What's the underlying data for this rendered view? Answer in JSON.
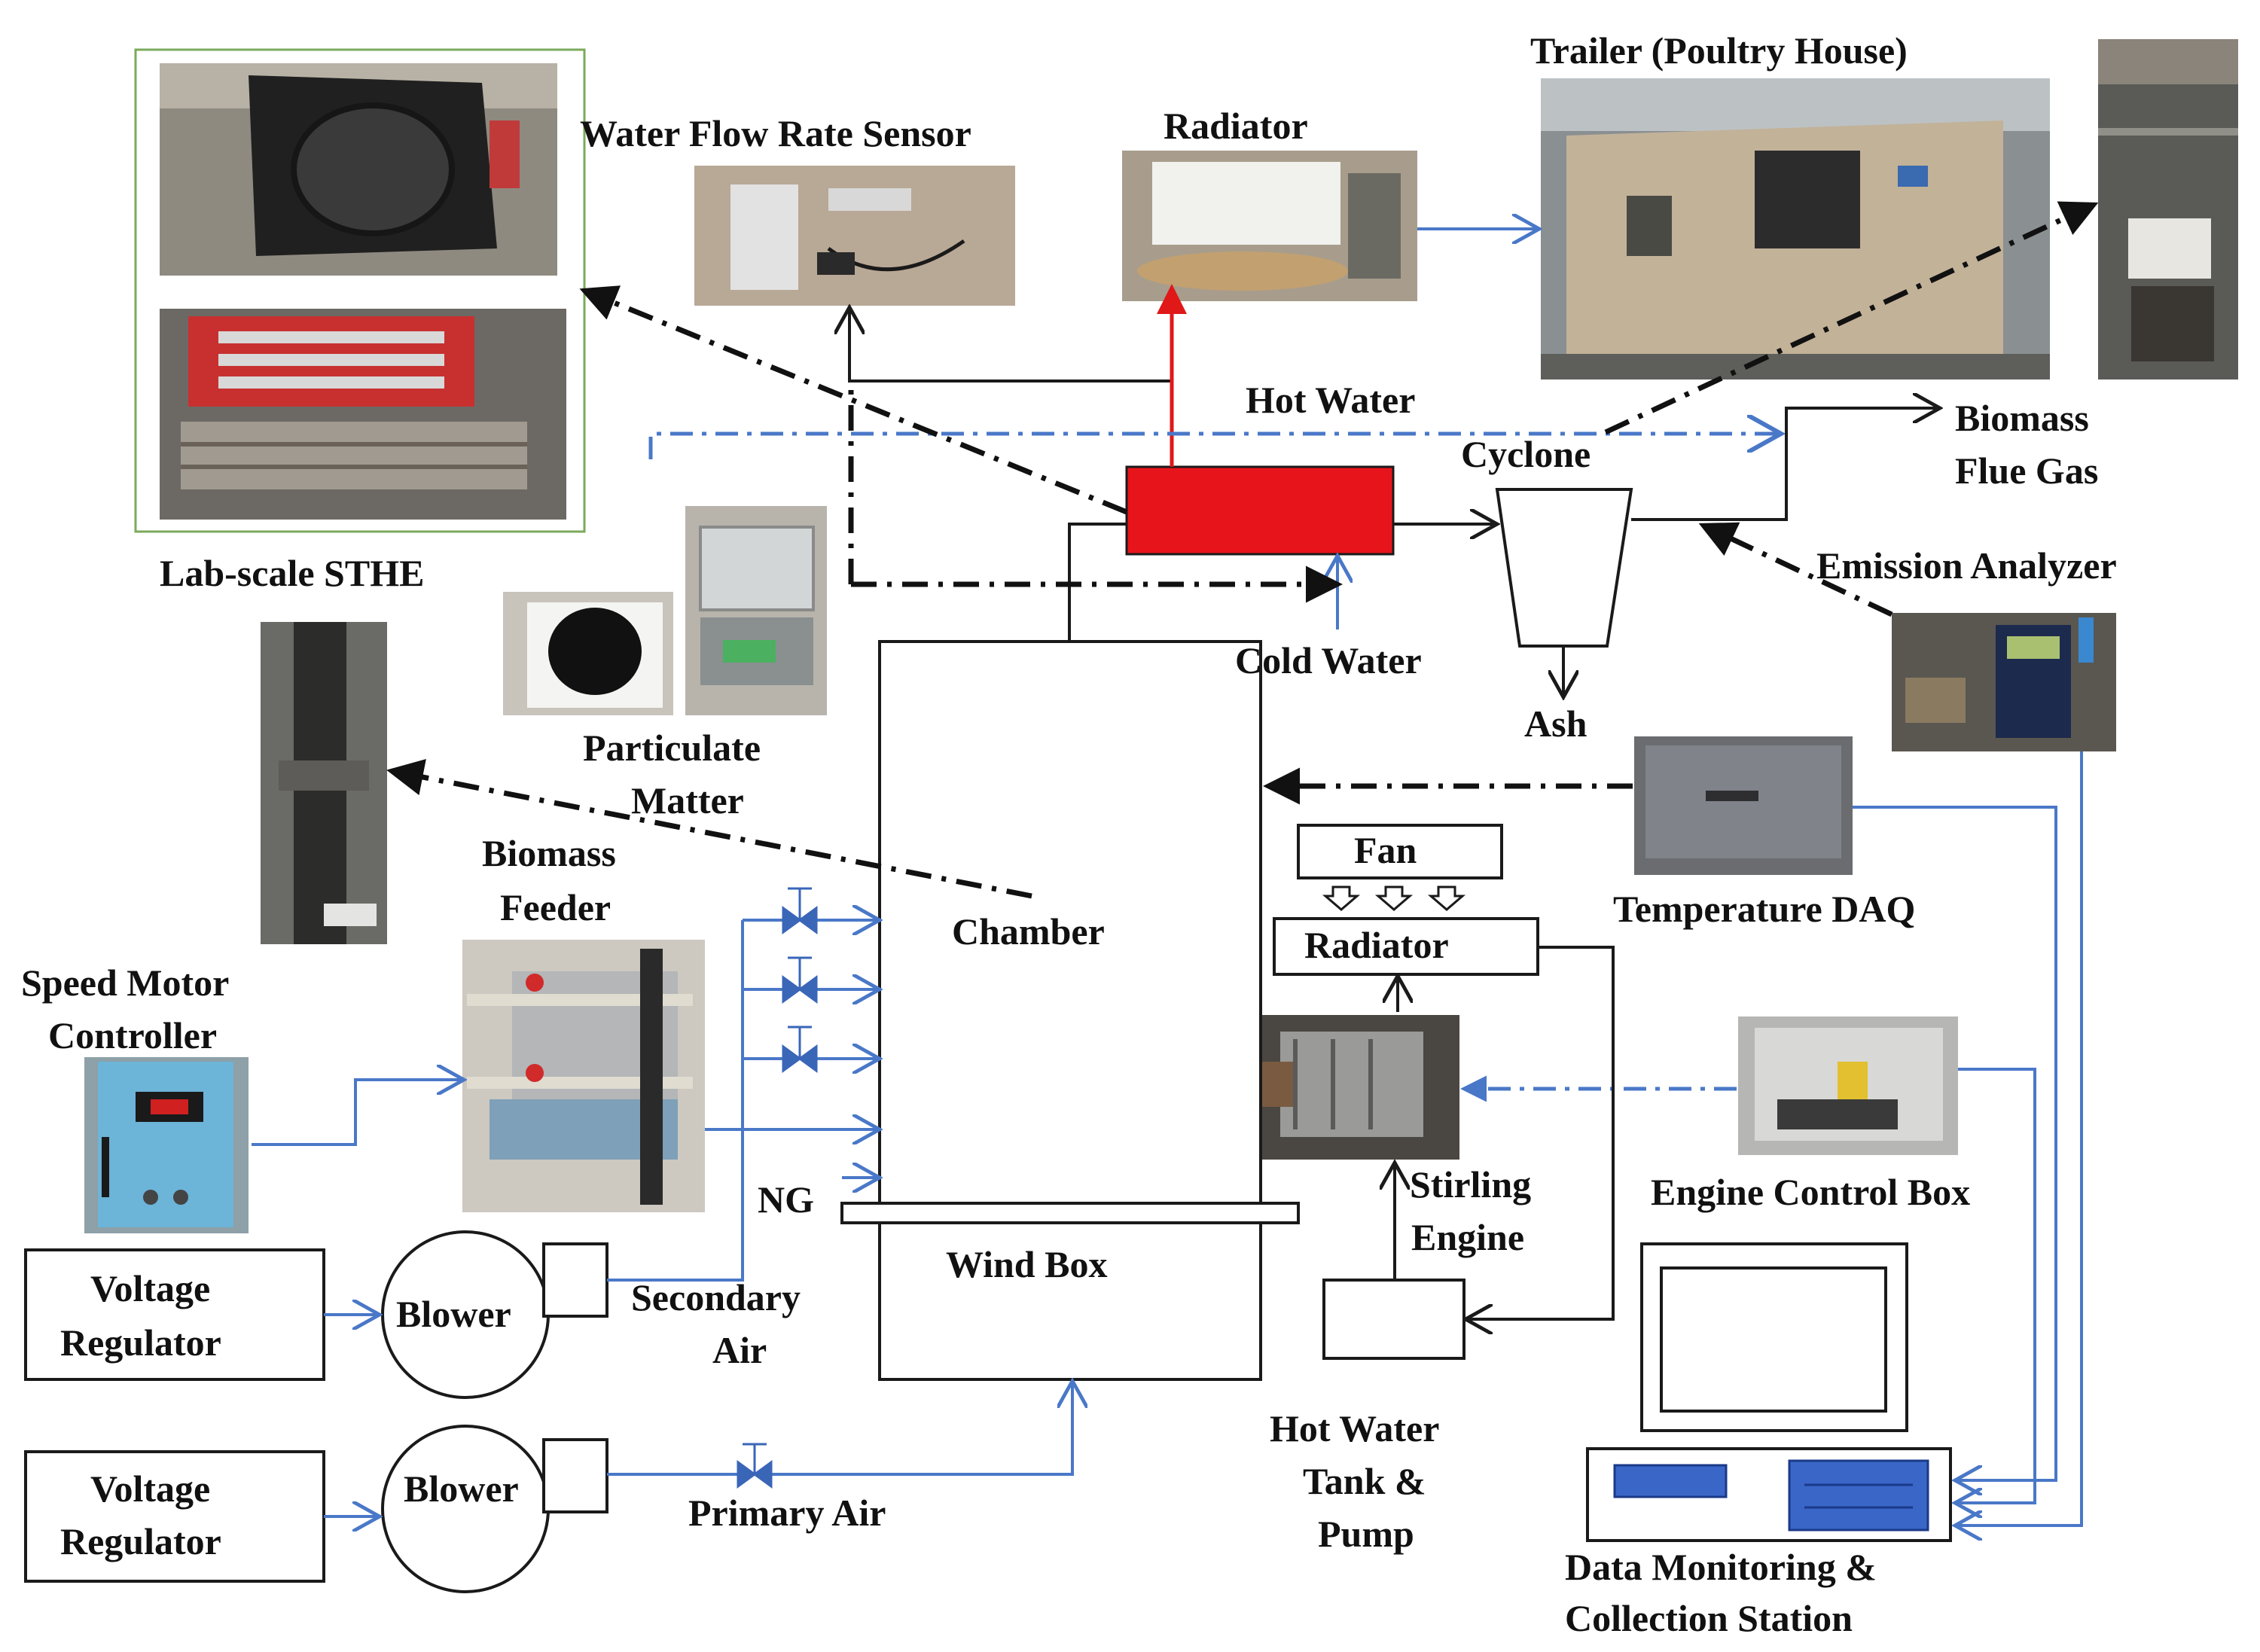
{
  "labels": {
    "water_flow_rate_sensor": "Water Flow Rate Sensor",
    "radiator_top": "Radiator",
    "trailer": "Trailer (Poultry House)",
    "hot_water": "Hot Water",
    "cyclone": "Cyclone",
    "biomass_flue_gas_1": "Biomass",
    "biomass_flue_gas_2": "Flue Gas",
    "emission_analyzer": "Emission Analyzer",
    "lab_scale_sthe": "Lab-scale STHE",
    "cold_water": "Cold Water",
    "ash": "Ash",
    "particulate_matter_1": "Particulate",
    "particulate_matter_2": "Matter",
    "biomass_feeder_1": "Biomass",
    "biomass_feeder_2": "Feeder",
    "chamber": "Chamber",
    "fan": "Fan",
    "radiator_engine": "Radiator",
    "temperature_daq": "Temperature DAQ",
    "speed_motor_controller_1": "Speed Motor",
    "speed_motor_controller_2": "Controller",
    "ng": "NG",
    "wind_box": "Wind Box",
    "stirling_engine_1": "Stirling",
    "stirling_engine_2": "Engine",
    "engine_control_box": "Engine Control Box",
    "voltage_regulator_1a": "Voltage",
    "voltage_regulator_1b": "Regulator",
    "blower_1": "Blower",
    "secondary_air_1": "Secondary",
    "secondary_air_2": "Air",
    "voltage_regulator_2a": "Voltage",
    "voltage_regulator_2b": "Regulator",
    "blower_2": "Blower",
    "primary_air": "Primary Air",
    "hot_water_tank_1": "Hot Water",
    "hot_water_tank_2": "Tank &",
    "hot_water_tank_3": "Pump",
    "data_station_1": "Data Monitoring &",
    "data_station_2": "Collection Station"
  },
  "colors": {
    "blue_connector": "#4a78c8",
    "heat_exchanger_red": "#e8141c",
    "black_connector": "#1a1a1a",
    "sthe_frame_green": "#7aaa5a"
  },
  "photos": [
    "sthe-top-photo",
    "sthe-bottom-photo",
    "water-flow-sensor-photo",
    "radiator-photo",
    "trailer-photo",
    "flue-gas-photo",
    "particulate-filter-photo",
    "particulate-scale-photo",
    "sthe-column-photo",
    "emission-analyzer-photo",
    "temperature-daq-photo",
    "biomass-feeder-photo",
    "speed-motor-controller-photo",
    "stirling-engine-photo",
    "engine-control-box-photo"
  ]
}
